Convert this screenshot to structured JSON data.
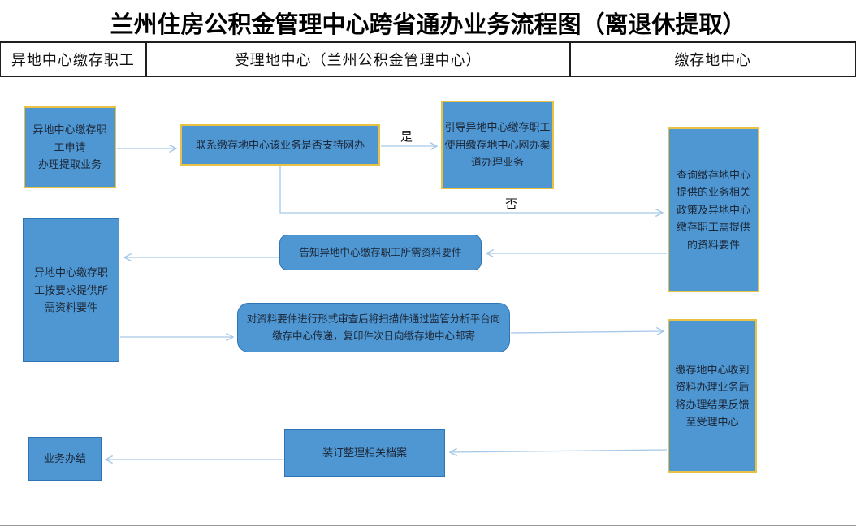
{
  "title": "兰州住房公积金管理中心跨省通办业务流程图（离退休提取）",
  "header": {
    "columns": [
      {
        "label": "异地中心缴存职工"
      },
      {
        "label": "受理地中心（兰州公积金管理中心）"
      },
      {
        "label": "缴存地中心"
      }
    ]
  },
  "nodes": {
    "apply": "异地中心缴存职\n工申请\n办理提取业务",
    "contact": "联系缴存地中心该业务是否支持网办",
    "guide": "引导异地中心缴存职工\n使用缴存地中心网办渠\n道办理业务",
    "query": "查询缴存地中心\n提供的业务相关\n政策及异地中心\n缴存职工需提供\n的资料要件",
    "provide": "异地中心缴存职\n工按要求提供所\n需资料要件",
    "inform": "告知异地中心缴存职工所需资料要件",
    "review": "对资料要件进行形式审查后将扫描件通过监管分析平台向\n缴存中心传递，复印件次日向缴存地中心邮寄",
    "feedback": "缴存地中心收到\n资料办理业务后\n将办理结果反馈\n至受理中心",
    "archive": "装订整理相关档案",
    "finish": "业务办结"
  },
  "labels": {
    "yes": "是",
    "no": "否"
  },
  "colors": {
    "node_fill": "#4f97d2",
    "gold_border": "#eac243",
    "blue_border": "#2e75b6",
    "connector": "#a6c9e8",
    "node_text": "#1c2738",
    "header_border": "#1f1f1f",
    "bottom_rule": "#9b9b9b"
  }
}
